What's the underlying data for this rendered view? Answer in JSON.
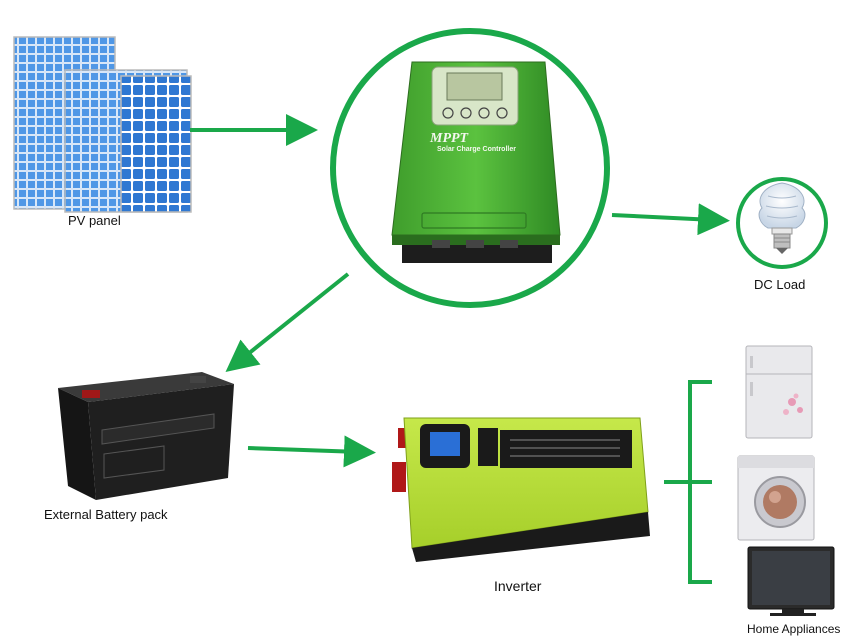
{
  "colors": {
    "accent_green": "#1aa84a",
    "controller_green": "#49b336",
    "inverter_lime": "#b6dc34",
    "battery_black": "#1b1b1b",
    "panel_blue": "#2f78d2"
  },
  "labels": {
    "pv_panel": "PV panel",
    "dc_load": "DC Load",
    "battery": "External Battery pack",
    "inverter": "Inverter",
    "home_appliances": "Home Appliances"
  },
  "controller": {
    "brand": "MPPT",
    "subtitle": "Solar Charge Controller"
  },
  "icons": [
    "solar-panel-icon",
    "charge-controller-icon",
    "light-bulb-icon",
    "battery-icon",
    "inverter-icon",
    "refrigerator-icon",
    "washing-machine-icon",
    "television-icon"
  ]
}
